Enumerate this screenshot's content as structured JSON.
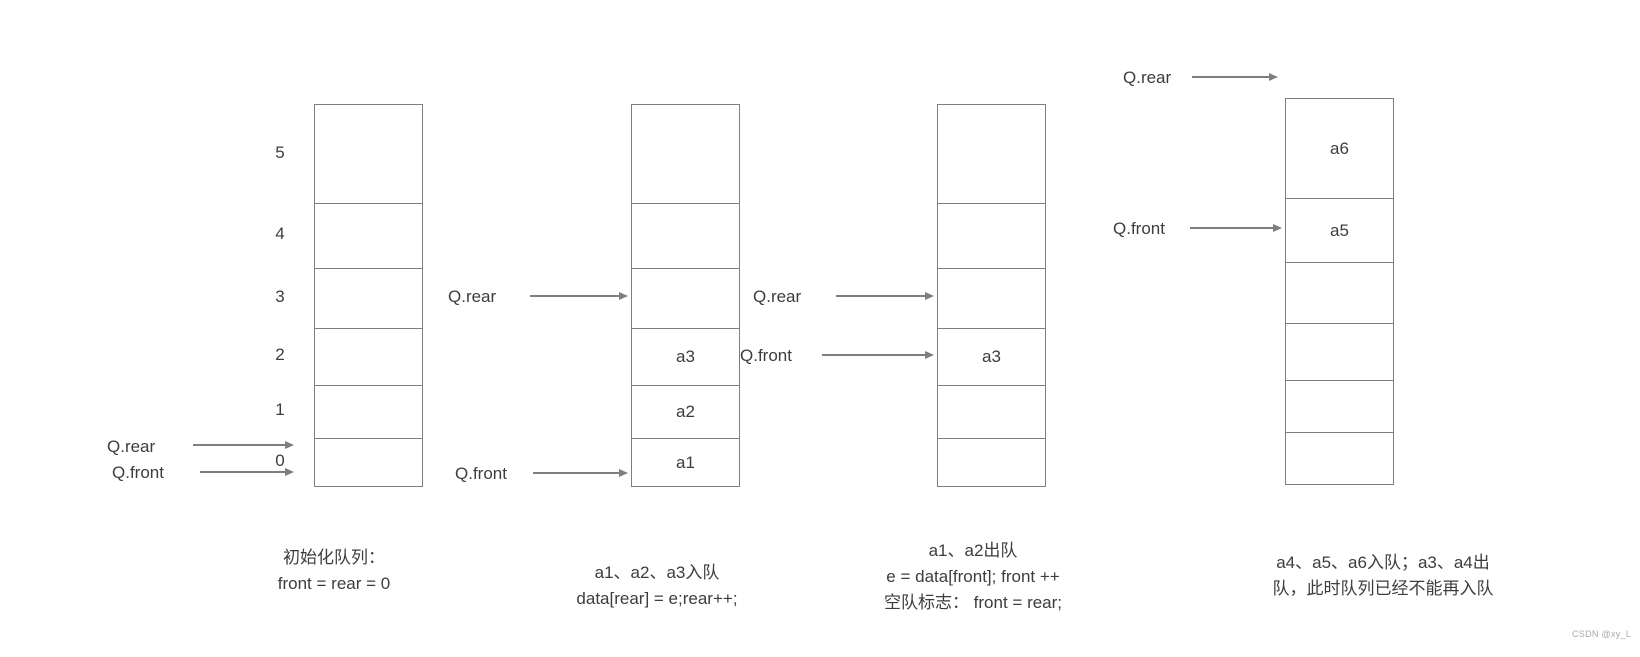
{
  "diagram": {
    "title_semantic": "sequential queue front/rear pointer illustration",
    "colors": {
      "line": "#7e7e7e",
      "text": "#3d3d3d",
      "background": "#ffffff",
      "watermark_text_color": "#a9a9a9"
    },
    "watermark": "CSDN @xy_L",
    "queues": [
      {
        "step": 1,
        "index_labels": [
          "5",
          "4",
          "3",
          "2",
          "1",
          "0"
        ],
        "cells": [
          "",
          "",
          "",
          "",
          "",
          ""
        ],
        "rear_label": "Q.rear",
        "front_label": "Q.front",
        "caption_lines": [
          "初始化队列：",
          "front = rear = 0"
        ]
      },
      {
        "step": 2,
        "cells": [
          "",
          "",
          "",
          "a3",
          "a2",
          "a1"
        ],
        "rear_label": "Q.rear",
        "front_label": "Q.front",
        "caption_lines": [
          "a1、a2、a3入队",
          "data[rear] = e;rear++;"
        ]
      },
      {
        "step": 3,
        "cells": [
          "",
          "",
          "",
          "a3",
          "",
          ""
        ],
        "rear_label": "Q.rear",
        "front_label": "Q.front",
        "caption_lines": [
          "a1、a2出队",
          "e = data[front]; front ++",
          "空队标志： front = rear;"
        ]
      },
      {
        "step": 4,
        "cells": [
          "a6",
          "a5",
          "",
          "",
          "",
          ""
        ],
        "rear_label": "Q.rear",
        "front_label": "Q.front",
        "caption_lines": [
          "a4、a5、a6入队；a3、a4出",
          "队，此时队列已经不能再入队"
        ]
      }
    ]
  }
}
